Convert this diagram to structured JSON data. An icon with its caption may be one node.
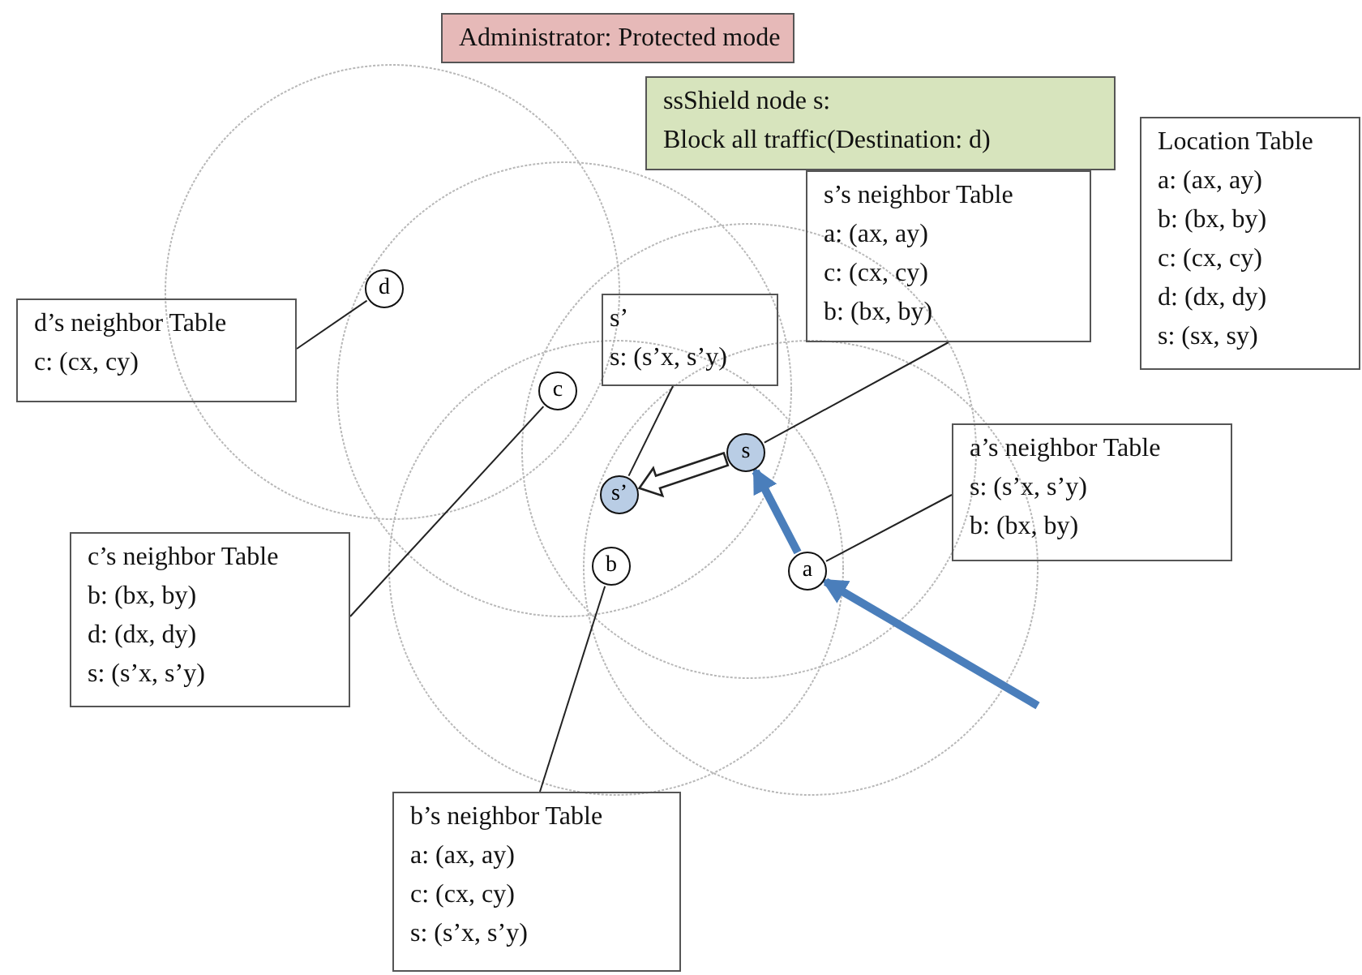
{
  "diagram": {
    "nodes": [
      {
        "text": [
          "Administrator: Protected mode"
        ]
      },
      {
        "text": [
          "ssShield node s:",
          "Block all traffic(Destination: d)"
        ]
      },
      {
        "text": [
          "s’s neighbor Table",
          "a: (ax, ay)",
          "c: (cx, cy)",
          "b: (bx, by)"
        ]
      },
      {
        "text": [
          "Location Table",
          "a: (ax, ay)",
          "b: (bx, by)",
          "c: (cx, cy)",
          "d: (dx, dy)",
          "s: (sx, sy)"
        ]
      },
      {
        "text": [
          "d’s neighbor Table",
          "c: (cx, cy)"
        ]
      },
      {
        "text": [
          "d"
        ]
      },
      {
        "text": [
          "s’",
          "s: (s’x, s’y)"
        ]
      },
      {
        "text": [
          "c"
        ]
      },
      {
        "text": [
          "s"
        ]
      },
      {
        "text": [
          "s’"
        ]
      },
      {
        "text": [
          "a’s neighbor Table",
          "s: (s’x, s’y)",
          "b: (bx, by)"
        ]
      },
      {
        "text": [
          "c’s neighbor Table",
          "b: (bx, by)",
          "d: (dx, dy)",
          "s: (s’x, s’y)"
        ]
      },
      {
        "text": [
          "b"
        ]
      },
      {
        "text": [
          "a"
        ]
      },
      {
        "text": [
          "b’s neighbor Table",
          "a: (ax, ay)",
          "c: (cx, cy)",
          "s: (s’x, s’y)"
        ]
      }
    ],
    "edges": [
      {
        "from": 4,
        "to": 5,
        "arrow": "none"
      },
      {
        "from": 2,
        "to": 8,
        "arrow": "none"
      },
      {
        "from": 6,
        "to": 9,
        "arrow": "none"
      },
      {
        "from": 11,
        "to": 7,
        "arrow": "none"
      },
      {
        "from": 10,
        "to": 13,
        "arrow": "none"
      },
      {
        "from": 14,
        "to": 12,
        "arrow": "none"
      },
      {
        "from": 8,
        "to": 9,
        "arrow": "to"
      },
      {
        "from": 13,
        "to": 8,
        "arrow": "to",
        "style": "thick",
        "color": "#4a7ebb"
      },
      {
        "from": null,
        "to": 13,
        "arrow": "to",
        "style": "thick",
        "color": "#4a7ebb"
      }
    ]
  }
}
